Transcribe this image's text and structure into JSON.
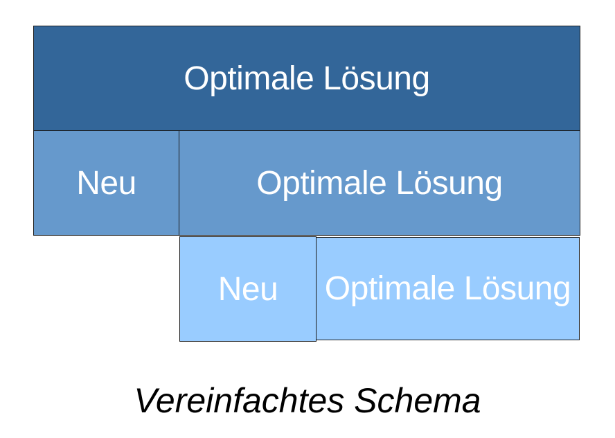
{
  "diagram": {
    "row1": {
      "optimal_label": "Optimale Lösung"
    },
    "row2": {
      "new_label": "Neu",
      "optimal_label": "Optimale Lösung"
    },
    "row3": {
      "new_label": "Neu",
      "optimal_label": "Optimale Lösung"
    },
    "caption": "Vereinfachtes Schema"
  },
  "colors": {
    "level1": "#336699",
    "level2": "#6699cc",
    "level3": "#99ccff",
    "text": "#ffffff",
    "border": "#1a1a1a"
  }
}
